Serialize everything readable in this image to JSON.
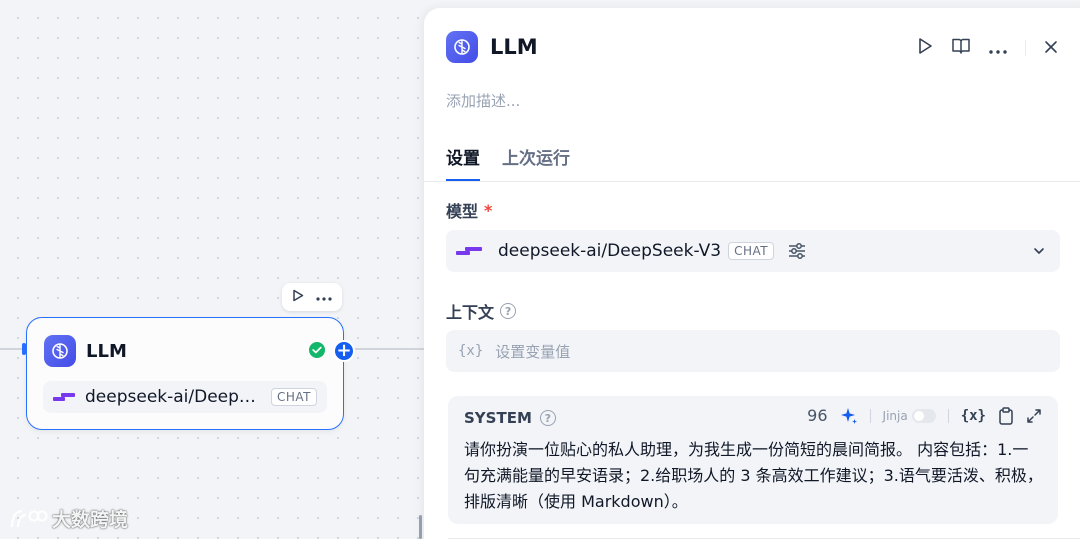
{
  "node": {
    "title": "LLM",
    "model_name": "deepseek-ai/DeepSe...",
    "model_tag": "CHAT",
    "icons": [
      "llm-brain-icon",
      "check-circle-icon",
      "plus-icon",
      "play-icon",
      "more-icon",
      "deepseek-logo-icon"
    ]
  },
  "watermark": {
    "text": "大数跨境"
  },
  "panel": {
    "title": "LLM",
    "description_placeholder": "添加描述...",
    "tabs": [
      {
        "label": "设置",
        "active": true
      },
      {
        "label": "上次运行",
        "active": false
      }
    ],
    "model": {
      "label": "模型",
      "required_mark": "*",
      "value": "deepseek-ai/DeepSeek-V3",
      "tag": "CHAT"
    },
    "context": {
      "label": "上下文",
      "help": "?",
      "var_icon": "{x}",
      "placeholder": "设置变量值"
    },
    "system_prompt": {
      "label": "SYSTEM",
      "help": "?",
      "token_count": "96",
      "jinja_label": "Jinja",
      "var_icon": "{x}",
      "text": "请你扮演一位贴心的私人助理，为我生成一份简短的晨间简报。 内容包括：1.一句充满能量的早安语录；2.给职场人的 3 条高效工作建议；3.语气要活泼、积极，排版清晰（使用 Markdown）。"
    }
  },
  "colors": {
    "accent": "#155eef",
    "node_border": "#2970ff",
    "llm_badge": "#444ce7",
    "deepseek": "#7839ee",
    "success": "#12b76a"
  }
}
